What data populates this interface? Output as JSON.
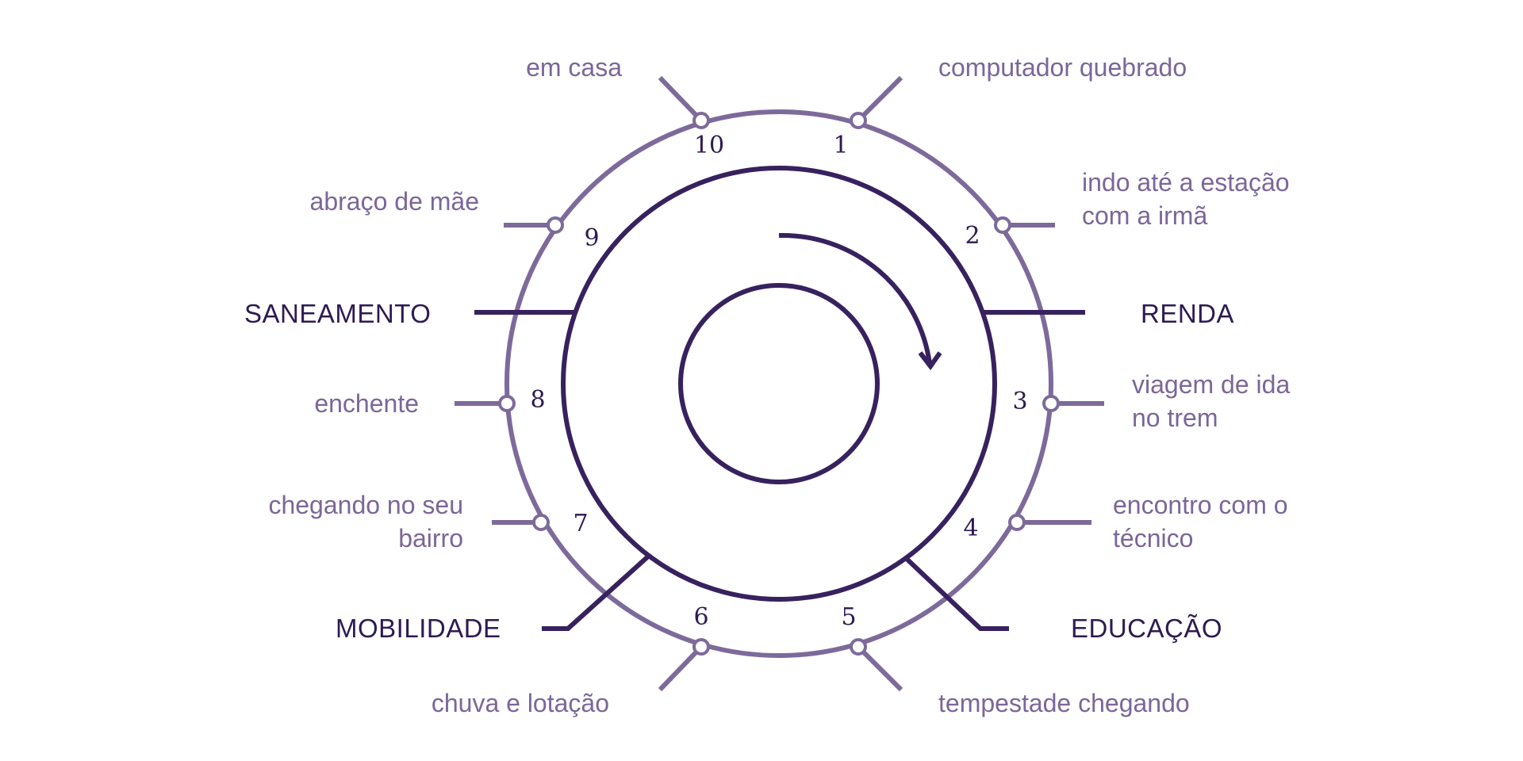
{
  "colors": {
    "outer_ring": "#7d6a9b",
    "inner_ring": "#37215e",
    "story_text": "#7b6699",
    "theme_text": "#2e1a52"
  },
  "steps": [
    {
      "number": "1",
      "text": [
        "computador quebrado"
      ]
    },
    {
      "number": "2",
      "text": [
        "indo até a estação",
        "com a irmã"
      ]
    },
    {
      "number": "3",
      "text": [
        "viagem de ida",
        "no trem"
      ]
    },
    {
      "number": "4",
      "text": [
        "encontro com o",
        "técnico"
      ]
    },
    {
      "number": "5",
      "text": [
        "tempestade chegando"
      ]
    },
    {
      "number": "6",
      "text": [
        "chuva e lotação"
      ]
    },
    {
      "number": "7",
      "text": [
        "chegando no seu",
        "bairro"
      ]
    },
    {
      "number": "8",
      "text": [
        "enchente"
      ]
    },
    {
      "number": "9",
      "text": [
        "abraço de mãe"
      ]
    },
    {
      "number": "10",
      "text": [
        "em casa"
      ]
    }
  ],
  "themes": {
    "renda": "RENDA",
    "educacao": "EDUCAÇÃO",
    "mobilidade": "MOBILIDADE",
    "saneamento": "SANEAMENTO"
  }
}
